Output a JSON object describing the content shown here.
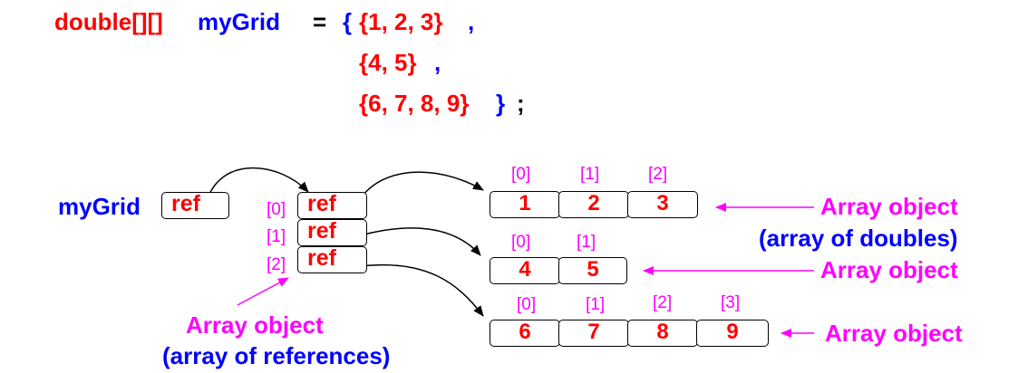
{
  "code": {
    "type": "double[][]",
    "var": "myGrid",
    "eq": "=",
    "open": "{",
    "row1": "{1, 2, 3}",
    "comma1": ",",
    "row2": "{4, 5}",
    "comma2": ",",
    "row3": "{6, 7, 8, 9}",
    "close": "}",
    "semi": ";"
  },
  "variable": {
    "name": "myGrid",
    "cell": "ref"
  },
  "ref_array": {
    "indices": [
      "[0]",
      "[1]",
      "[2]"
    ],
    "cells": [
      "ref",
      "ref",
      "ref"
    ],
    "label_line1": "Array object",
    "label_line2": "(array of references)"
  },
  "rows": [
    {
      "indices": [
        "[0]",
        "[1]",
        "[2]"
      ],
      "values": [
        "1",
        "2",
        "3"
      ],
      "label_line1": "Array object",
      "label_line2": "(array of doubles)"
    },
    {
      "indices": [
        "[0]",
        "[1]"
      ],
      "values": [
        "4",
        "5"
      ],
      "label_line1": "Array object"
    },
    {
      "indices": [
        "[0]",
        "[1]",
        "[2]",
        "[3]"
      ],
      "values": [
        "6",
        "7",
        "8",
        "9"
      ],
      "label_line1": "Array object"
    }
  ],
  "colors": {
    "type": "#ff0000",
    "identifier": "#0000ff",
    "values": "#ff0000",
    "annotation": "#ff00ff"
  }
}
